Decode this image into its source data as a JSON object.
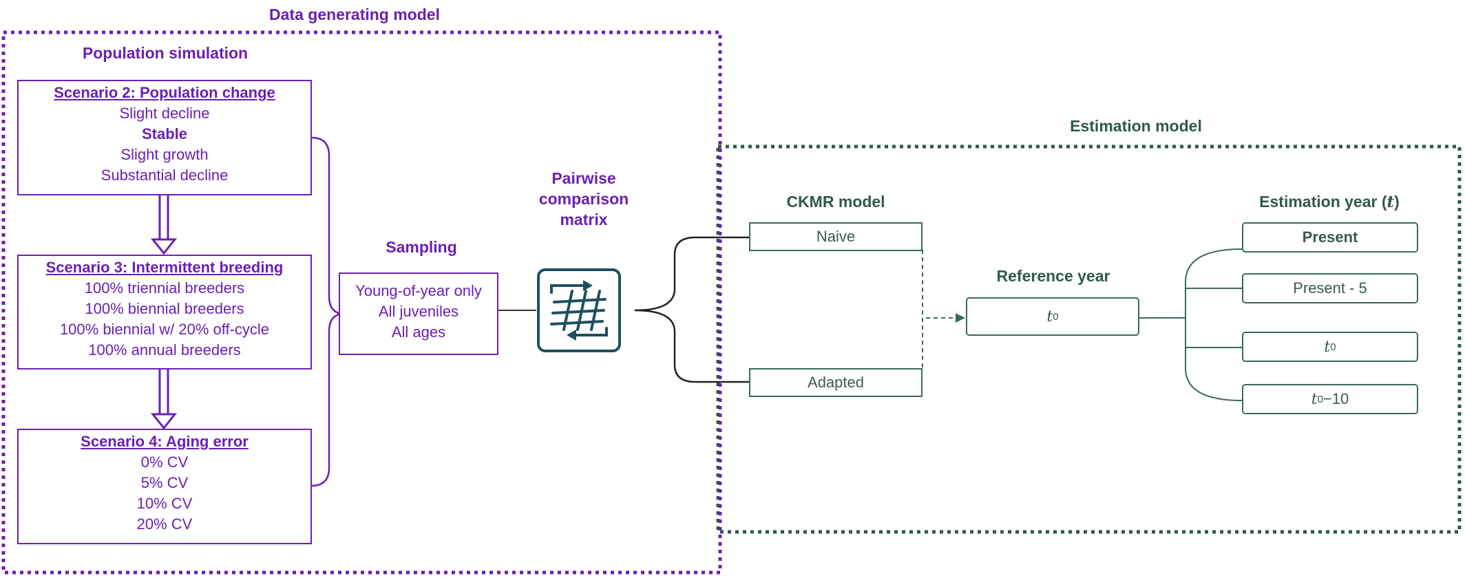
{
  "data_generating_model": {
    "title": "Data generating model",
    "population_simulation": {
      "title": "Population simulation",
      "scenarios": [
        {
          "title": "Scenario 2: Population change",
          "items": [
            "Slight decline",
            "Stable",
            "Slight growth",
            "Substantial decline"
          ],
          "bold_index": 1
        },
        {
          "title": "Scenario 3: Intermittent breeding",
          "items": [
            "100% triennial breeders",
            "100% biennial breeders",
            "100% biennial w/ 20% off-cycle",
            "100% annual breeders"
          ]
        },
        {
          "title": "Scenario 4: Aging error",
          "items": [
            "0% CV",
            "5% CV",
            "10% CV",
            "20% CV"
          ]
        }
      ]
    },
    "sampling": {
      "title": "Sampling",
      "items": [
        "Young-of-year only",
        "All juveniles",
        "All ages"
      ]
    },
    "pairwise": {
      "title_lines": [
        "Pairwise",
        "comparison",
        "matrix"
      ],
      "icon": "grid-matrix-icon"
    }
  },
  "estimation_model": {
    "title": "Estimation model",
    "ckmr": {
      "title": "CKMR model",
      "options": [
        "Naive",
        "Adapted"
      ]
    },
    "reference_year": {
      "title": "Reference year",
      "symbol": "t",
      "subscript": "0"
    },
    "estimation_year": {
      "title_prefix": "Estimation year (",
      "title_var": "t",
      "title_suffix": ")",
      "options": [
        {
          "text": "Present",
          "bold": true
        },
        {
          "text": "Present - 5"
        },
        {
          "symbol": "t",
          "subscript": "0"
        },
        {
          "symbol": "t",
          "subscript": "0",
          "suffix": "−10"
        }
      ]
    }
  },
  "colors": {
    "purple": "#6a1fb3",
    "green": "#2f5a48",
    "icon_teal": "#1e4f5f"
  }
}
